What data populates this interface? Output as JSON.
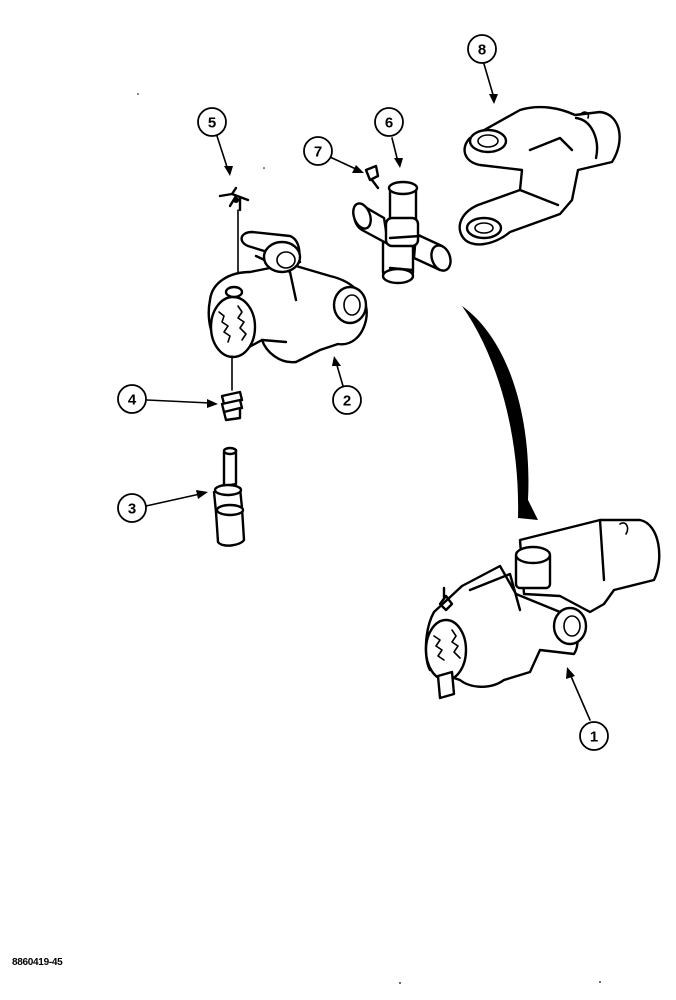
{
  "callouts": [
    {
      "id": "callout-1",
      "label": "1"
    },
    {
      "id": "callout-2",
      "label": "2"
    },
    {
      "id": "callout-3",
      "label": "3"
    },
    {
      "id": "callout-4",
      "label": "4"
    },
    {
      "id": "callout-5",
      "label": "5"
    },
    {
      "id": "callout-6",
      "label": "6"
    },
    {
      "id": "callout-7",
      "label": "7"
    },
    {
      "id": "callout-8",
      "label": "8"
    }
  ],
  "figure_id": "8860419-45"
}
